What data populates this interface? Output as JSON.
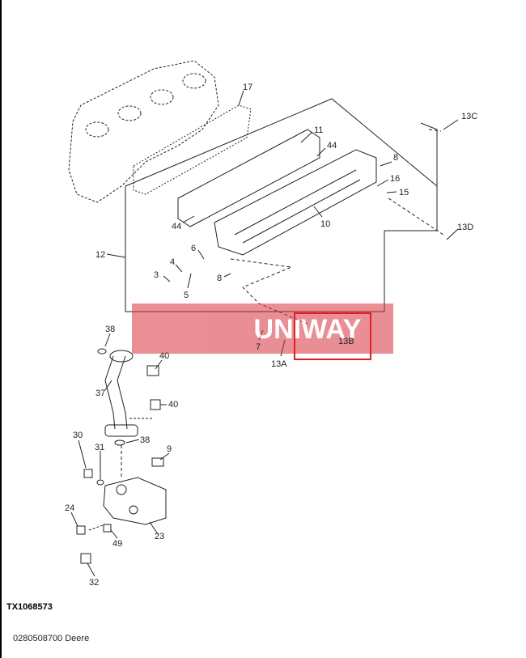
{
  "diagram": {
    "callouts": {
      "c17": "17",
      "c13C": "13C",
      "c11": "11",
      "c44a": "44",
      "c8a": "8",
      "c16": "16",
      "c15": "15",
      "c12": "12",
      "c44b": "44",
      "c10": "10",
      "c13D": "13D",
      "c6": "6",
      "c4": "4",
      "c3": "3",
      "c5": "5",
      "c8b": "8",
      "c7": "7",
      "c13A": "13A",
      "c13B": "13B",
      "c38a": "38",
      "c40a": "40",
      "c37": "37",
      "c40b": "40",
      "c38b": "38",
      "c30": "30",
      "c31": "31",
      "c9": "9",
      "c24": "24",
      "c49": "49",
      "c23": "23",
      "c32": "32"
    },
    "watermark_text": "UNIWAY"
  },
  "figure_code": "TX1068573",
  "part_number": "0280508700 Deere",
  "colors": {
    "watermark": "#d9333f",
    "highlight_box": "#e02020",
    "line": "#222222"
  }
}
